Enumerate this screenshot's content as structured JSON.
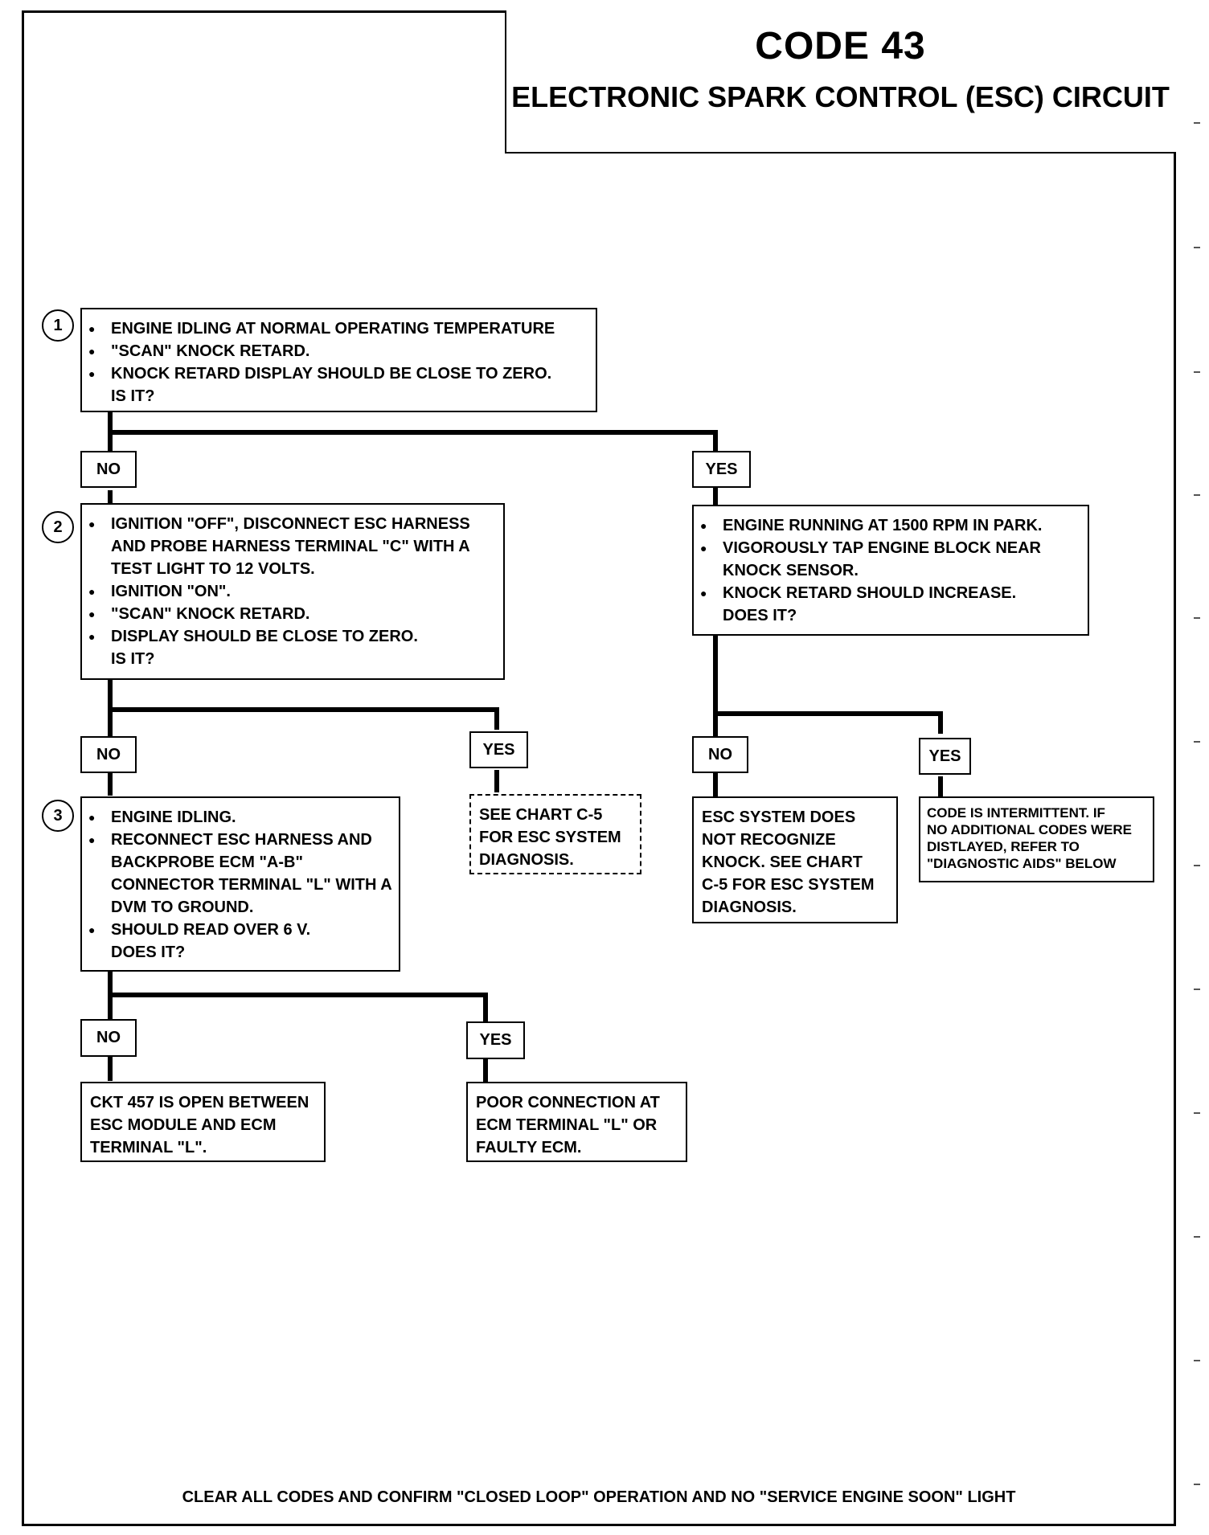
{
  "title": {
    "code": "CODE 43",
    "subtitle": "ELECTRONIC SPARK CONTROL (ESC) CIRCUIT"
  },
  "steps": {
    "step1": {
      "number": "1",
      "lines": [
        "ENGINE IDLING AT NORMAL OPERATING TEMPERATURE",
        "\"SCAN\" KNOCK RETARD.",
        "KNOCK RETARD DISPLAY SHOULD BE  CLOSE TO ZERO.",
        "IS IT?"
      ]
    },
    "step2": {
      "number": "2",
      "lines": [
        "IGNITION \"OFF\", DISCONNECT ESC HARNESS AND PROBE HARNESS TERMINAL \"C\" WITH A TEST LIGHT TO 12 VOLTS.",
        "IGNITION \"ON\".",
        "\"SCAN\" KNOCK RETARD.",
        "DISPLAY SHOULD BE CLOSE TO ZERO.",
        "IS IT?"
      ]
    },
    "step3": {
      "number": "3",
      "lines": [
        "ENGINE IDLING.",
        "RECONNECT ESC HARNESS AND BACKPROBE ECM \"A-B\" CONNECTOR TERMINAL \"L\" WITH A DVM TO GROUND.",
        "SHOULD READ OVER 6 V.",
        "DOES IT?"
      ]
    },
    "yes_right": {
      "lines": [
        "ENGINE RUNNING AT 1500 RPM IN PARK.",
        "VIGOROUSLY TAP ENGINE BLOCK NEAR KNOCK SENSOR.",
        "KNOCK RETARD SHOULD INCREASE.",
        "DOES IT?"
      ]
    }
  },
  "results": {
    "see_chart": "SEE CHART C-5\nFOR ESC SYSTEM\nDIAGNOSIS.",
    "not_recognize": "ESC SYSTEM DOES\nNOT RECOGNIZE\nKNOCK.  SEE CHART\nC-5 FOR ESC SYSTEM\nDIAGNOSIS.",
    "intermittent": "CODE IS INTERMITTENT.  IF\nNO ADDITIONAL CODES WERE\nDISTLAYED, REFER TO\n\"DIAGNOSTIC AIDS\" BELOW",
    "ckt_open": "CKT 457 IS OPEN BETWEEN\nESC MODULE AND ECM\nTERMINAL \"L\".",
    "poor_connection": "POOR CONNECTION AT\nECM TERMINAL \"L\" OR\nFAULTY ECM."
  },
  "labels": {
    "no": "NO",
    "yes": "YES"
  },
  "footer": "CLEAR ALL CODES AND CONFIRM \"CLOSED LOOP\" OPERATION AND NO \"SERVICE ENGINE SOON\" LIGHT"
}
